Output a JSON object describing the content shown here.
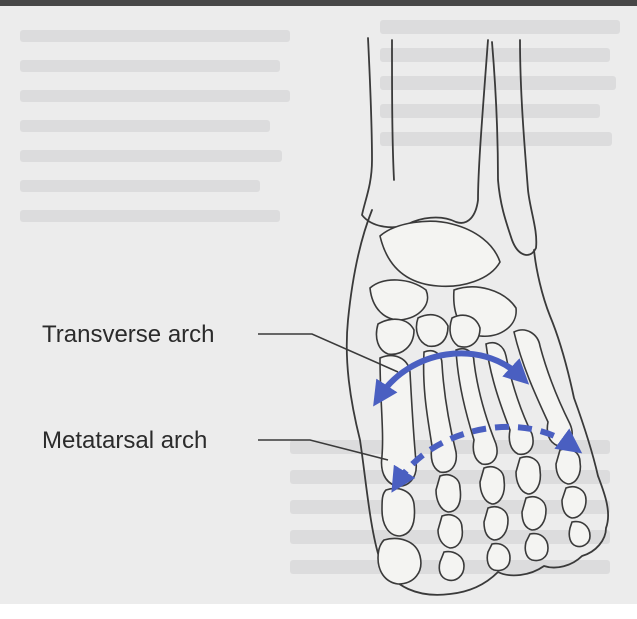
{
  "labels": {
    "transverse_arch": "Transverse arch",
    "metatarsal_arch": "Metatarsal arch"
  },
  "colors": {
    "arch_arrow": "#4a5fc1",
    "line": "#3a3a3a",
    "paper": "#ececec",
    "bone_fill": "#f4f4f2"
  },
  "illustration": {
    "subject": "foot-skeleton-dorsal-view",
    "arrows": [
      {
        "name": "transverse-arch-arrow",
        "style": "solid",
        "direction": "double-headed"
      },
      {
        "name": "metatarsal-arch-arrow",
        "style": "dashed",
        "direction": "double-headed"
      }
    ]
  }
}
